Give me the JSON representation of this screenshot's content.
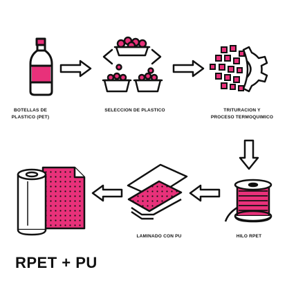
{
  "steps": [
    {
      "label_line1": "BOTELLAS DE",
      "label_line2": "PLASTICO (PET)"
    },
    {
      "label_line1": "SELECCION DE PLASTICO",
      "label_line2": ""
    },
    {
      "label_line1": "TRITURACION Y",
      "label_line2": "PROCESO TERMOQUIMICO"
    },
    {
      "label_line1": "LAMINADO CON PU",
      "label_line2": ""
    },
    {
      "label_line1": "HILO RPET",
      "label_line2": ""
    }
  ],
  "result_title": "RPET + PU",
  "colors": {
    "accent": "#e8317a",
    "ink": "#111111"
  }
}
